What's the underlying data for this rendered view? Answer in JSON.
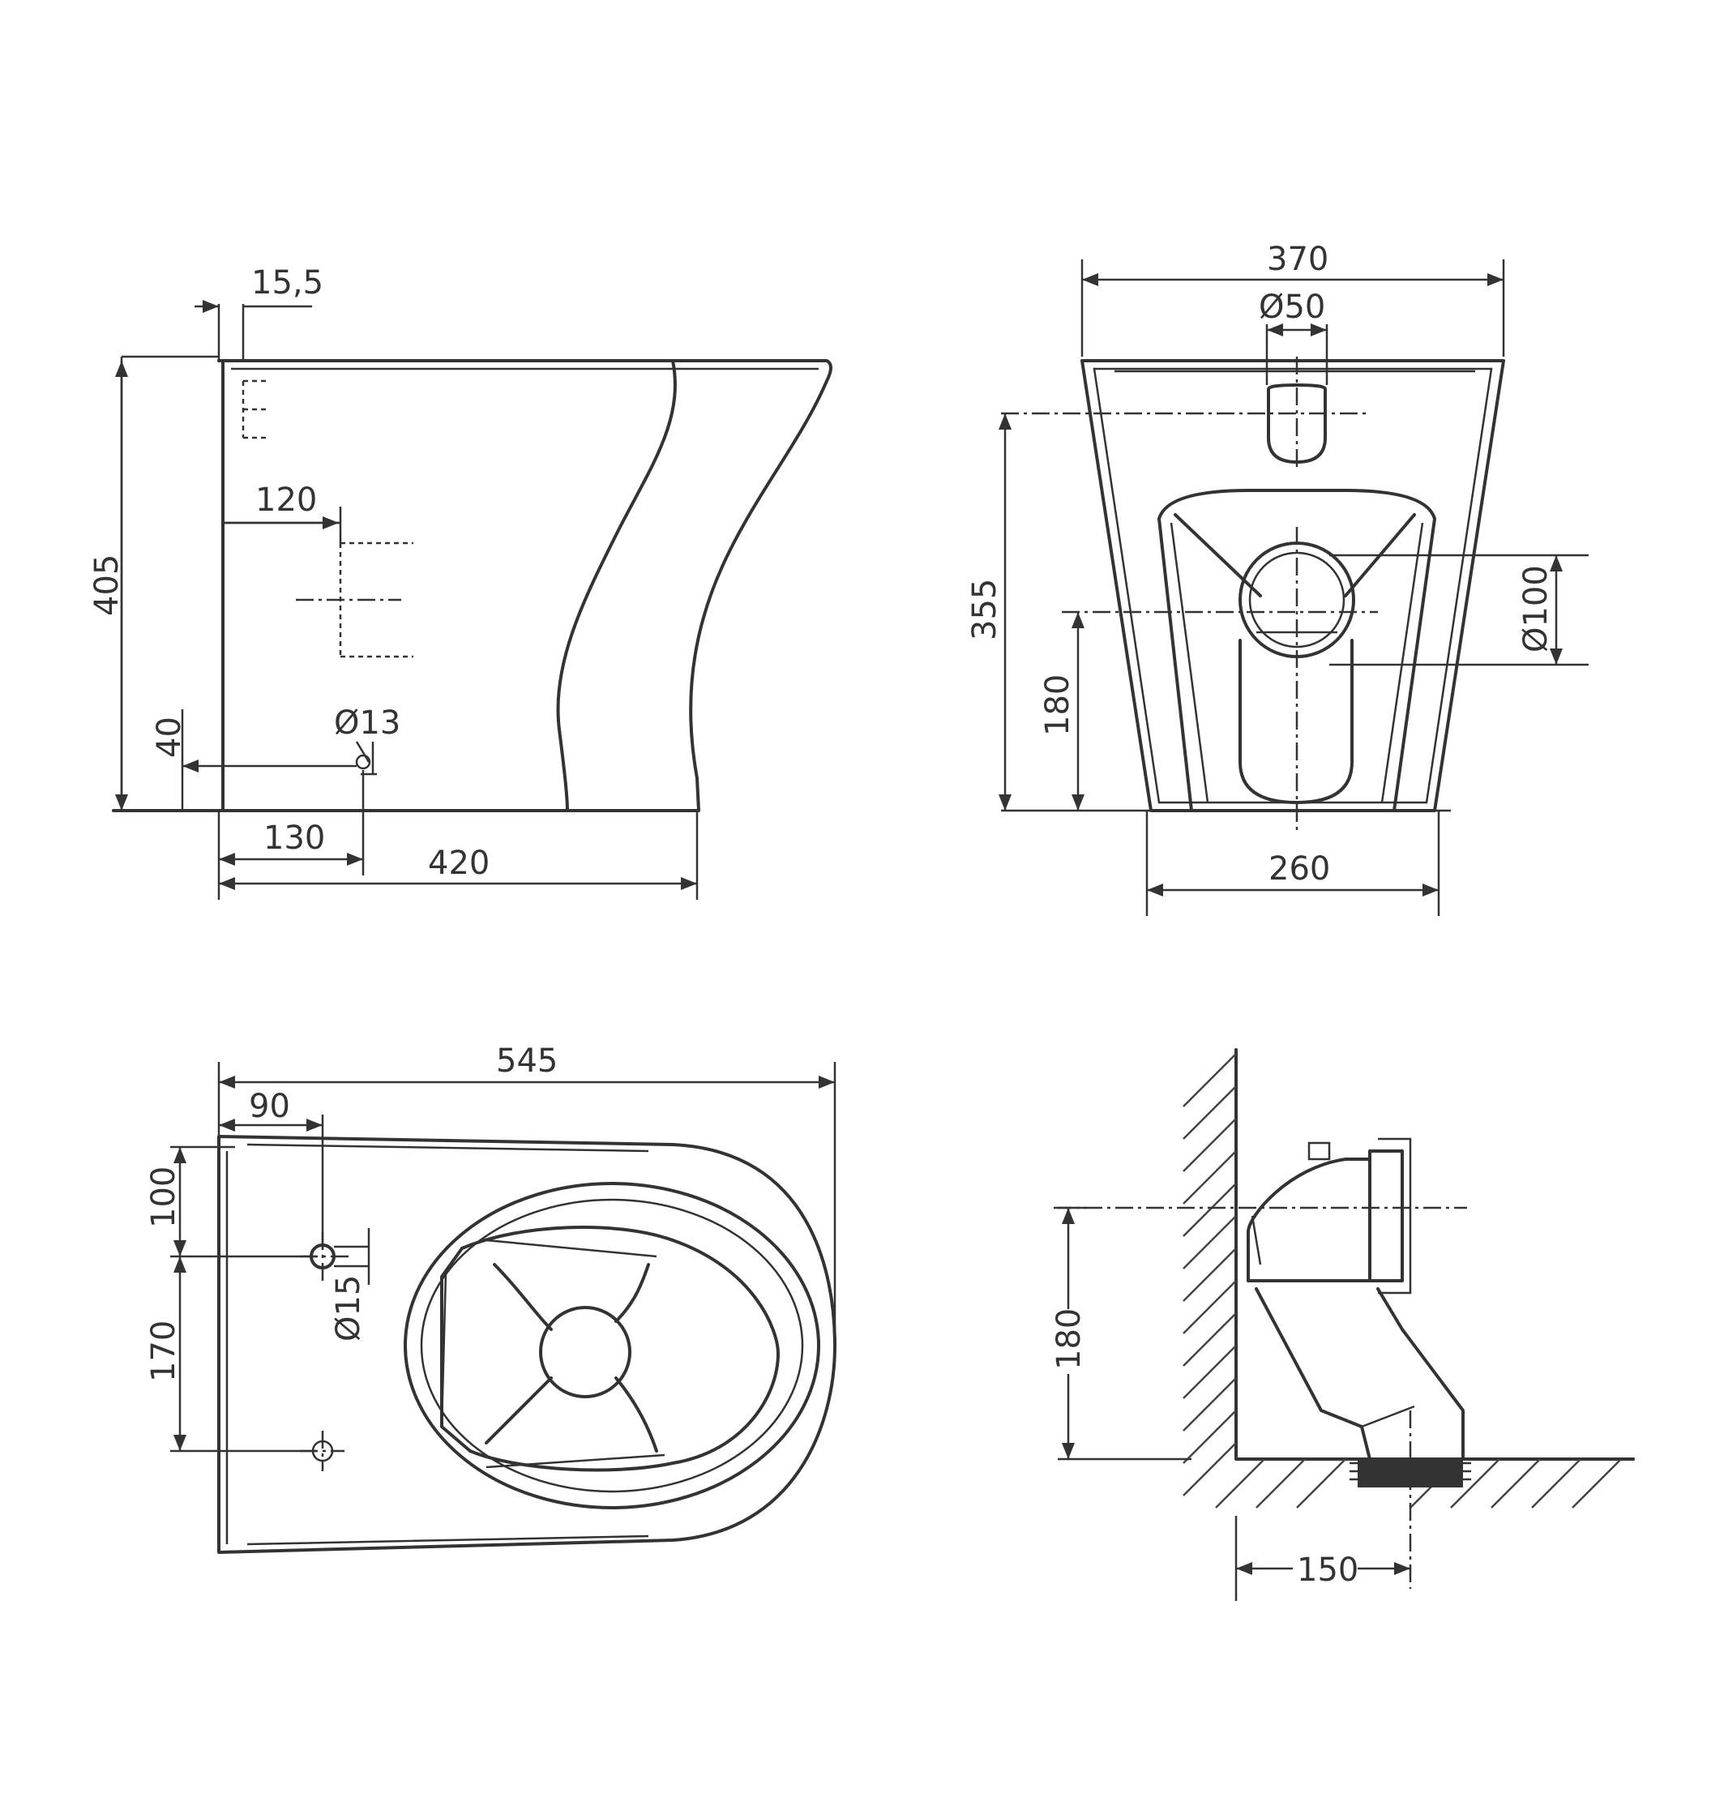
{
  "views": {
    "side": {
      "dims": {
        "pipe_offset": "15,5",
        "height": "405",
        "inlet_height": "120",
        "fix_height": "40",
        "fix_dia": "Ø13",
        "fix_dist": "130",
        "length": "420"
      }
    },
    "back": {
      "dims": {
        "width": "370",
        "water_inlet": "Ø50",
        "inlet_height": "355",
        "outlet_height": "180",
        "outlet_dia": "Ø100",
        "base_width": "260"
      }
    },
    "top": {
      "dims": {
        "length": "545",
        "hole_x": "90",
        "hole_y1": "100",
        "hole_y2": "170",
        "hole_dia": "Ø15"
      }
    },
    "install": {
      "dims": {
        "outlet_height": "180",
        "outlet_offset": "150"
      }
    }
  },
  "colors": {
    "line": "#333333",
    "background": "#ffffff",
    "seal": "#333333"
  }
}
